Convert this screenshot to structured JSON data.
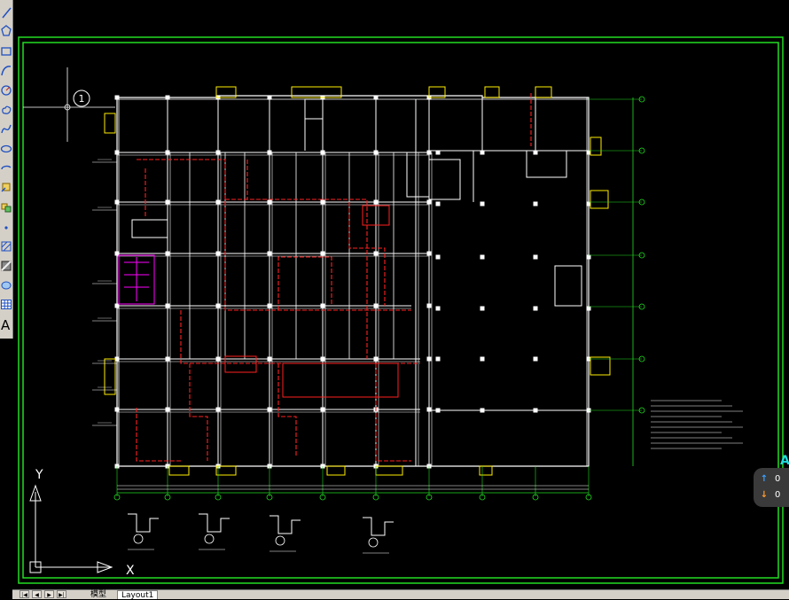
{
  "toolbar": {
    "items": [
      {
        "name": "line-tool",
        "icon": "line-icon"
      },
      {
        "name": "polygon-tool",
        "icon": "polygon-icon"
      },
      {
        "name": "rectangle-tool",
        "icon": "rectangle-icon"
      },
      {
        "name": "arc-tool",
        "icon": "arc-icon"
      },
      {
        "name": "circle-tool",
        "icon": "circle-icon"
      },
      {
        "name": "revcloud-tool",
        "icon": "revcloud-icon"
      },
      {
        "name": "spline-tool",
        "icon": "spline-icon"
      },
      {
        "name": "ellipse-tool",
        "icon": "ellipse-icon"
      },
      {
        "name": "ellipse-arc-tool",
        "icon": "ellipse-arc-icon"
      },
      {
        "name": "insert-block-tool",
        "icon": "insert-block-icon"
      },
      {
        "name": "make-block-tool",
        "icon": "make-block-icon"
      },
      {
        "name": "point-tool",
        "icon": "point-icon"
      },
      {
        "name": "hatch-tool",
        "icon": "hatch-icon"
      },
      {
        "name": "gradient-tool",
        "icon": "gradient-icon"
      },
      {
        "name": "region-tool",
        "icon": "region-icon"
      },
      {
        "name": "table-tool",
        "icon": "table-icon"
      },
      {
        "name": "mtext-tool",
        "icon": "text-icon",
        "label": "A"
      }
    ]
  },
  "drawing": {
    "ucs_labels": {
      "x": "X",
      "y": "Y"
    },
    "north_mark": "1",
    "frame_color": "#22dd22",
    "wall_color": "#ffffff",
    "pipe_color": "#ff2020",
    "axis_color": "#22dd22",
    "highlight_color": "#ffee00",
    "accent_color": "#ff00ff"
  },
  "tabs": {
    "model": "模型",
    "layout": "Layout1"
  },
  "nav_buttons": [
    "first-icon",
    "prev-icon",
    "next-icon",
    "last-icon"
  ],
  "badge": {
    "up_value": "0",
    "down_value": "0"
  },
  "corner_mark": "A"
}
